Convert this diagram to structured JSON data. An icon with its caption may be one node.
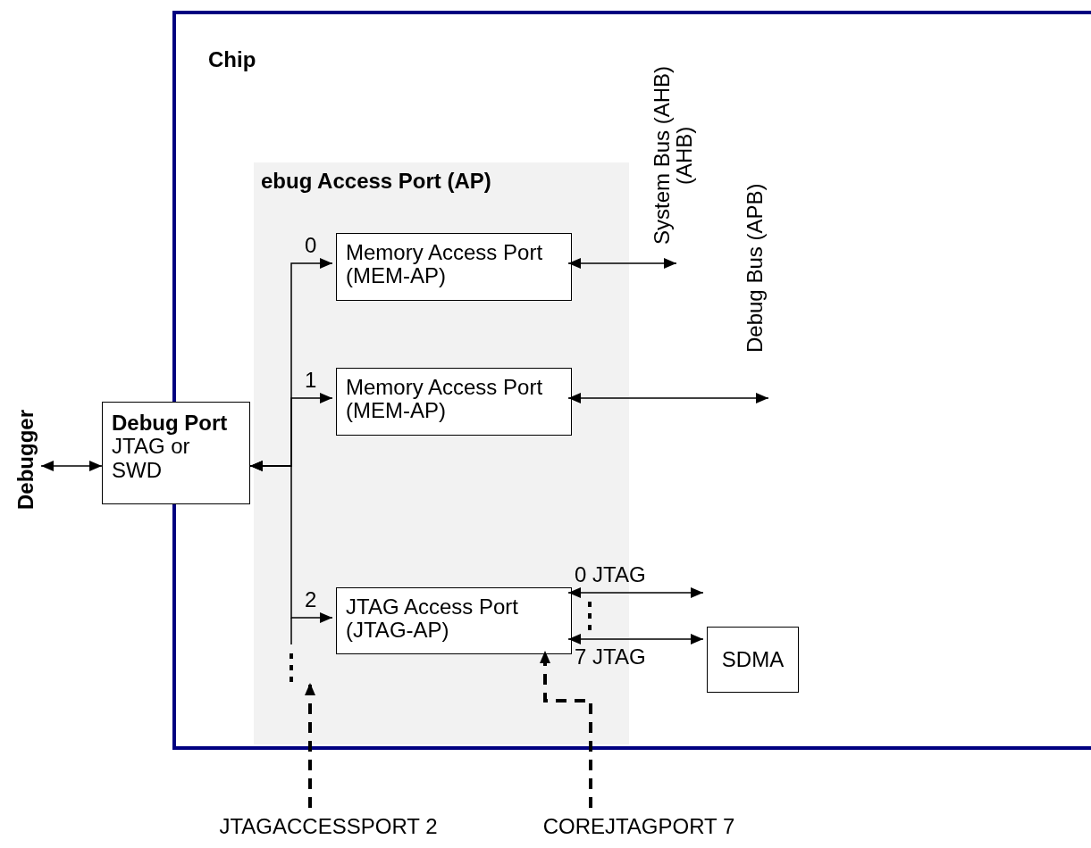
{
  "diagram": {
    "nodes": [
      {
        "text": [
          "Chip"
        ]
      },
      {
        "text": [
          "ebug Access Port (AP)"
        ],
        "in": 0
      },
      {
        "text": [
          "Memory Access Port (MEM-AP)"
        ],
        "in": 1
      },
      {
        "text": [
          "Memory Access Port (MEM-AP)"
        ],
        "in": 1
      },
      {
        "text": [
          "JTAG Access Port (JTAG-AP)"
        ],
        "in": 1
      },
      {
        "text": [
          "Debug Port",
          "JTAG or SWD"
        ]
      },
      {
        "text": [
          "Debugger"
        ]
      },
      {
        "text": [
          "SDMA"
        ],
        "in": 0
      },
      {
        "text": [
          "JTAGACCESSPORT 2"
        ]
      },
      {
        "text": [
          "COREJTAGPORT 7"
        ]
      }
    ],
    "edges": [
      {
        "from": 6,
        "to": 5,
        "arrow": "both"
      },
      {
        "from": 5,
        "to": 2,
        "arrow": "both",
        "label": "0"
      },
      {
        "from": 5,
        "to": 3,
        "arrow": "both",
        "label": "1"
      },
      {
        "from": 5,
        "to": 4,
        "arrow": "both",
        "label": "2"
      },
      {
        "from": 2,
        "to": null,
        "arrow": "both"
      },
      {
        "from": 3,
        "to": null,
        "arrow": "both"
      },
      {
        "from": 4,
        "to": null,
        "arrow": "both",
        "label": "0 JTAG"
      },
      {
        "from": 4,
        "to": 7,
        "arrow": "both",
        "label": "7 JTAG"
      },
      {
        "from": 8,
        "to": null,
        "arrow": "to",
        "style": "dashed"
      },
      {
        "from": 9,
        "to": 4,
        "arrow": "to",
        "style": "dashed"
      }
    ],
    "labels": [
      "System Bus (AHB) (AHB)",
      "Debug Bus (APB)"
    ]
  }
}
